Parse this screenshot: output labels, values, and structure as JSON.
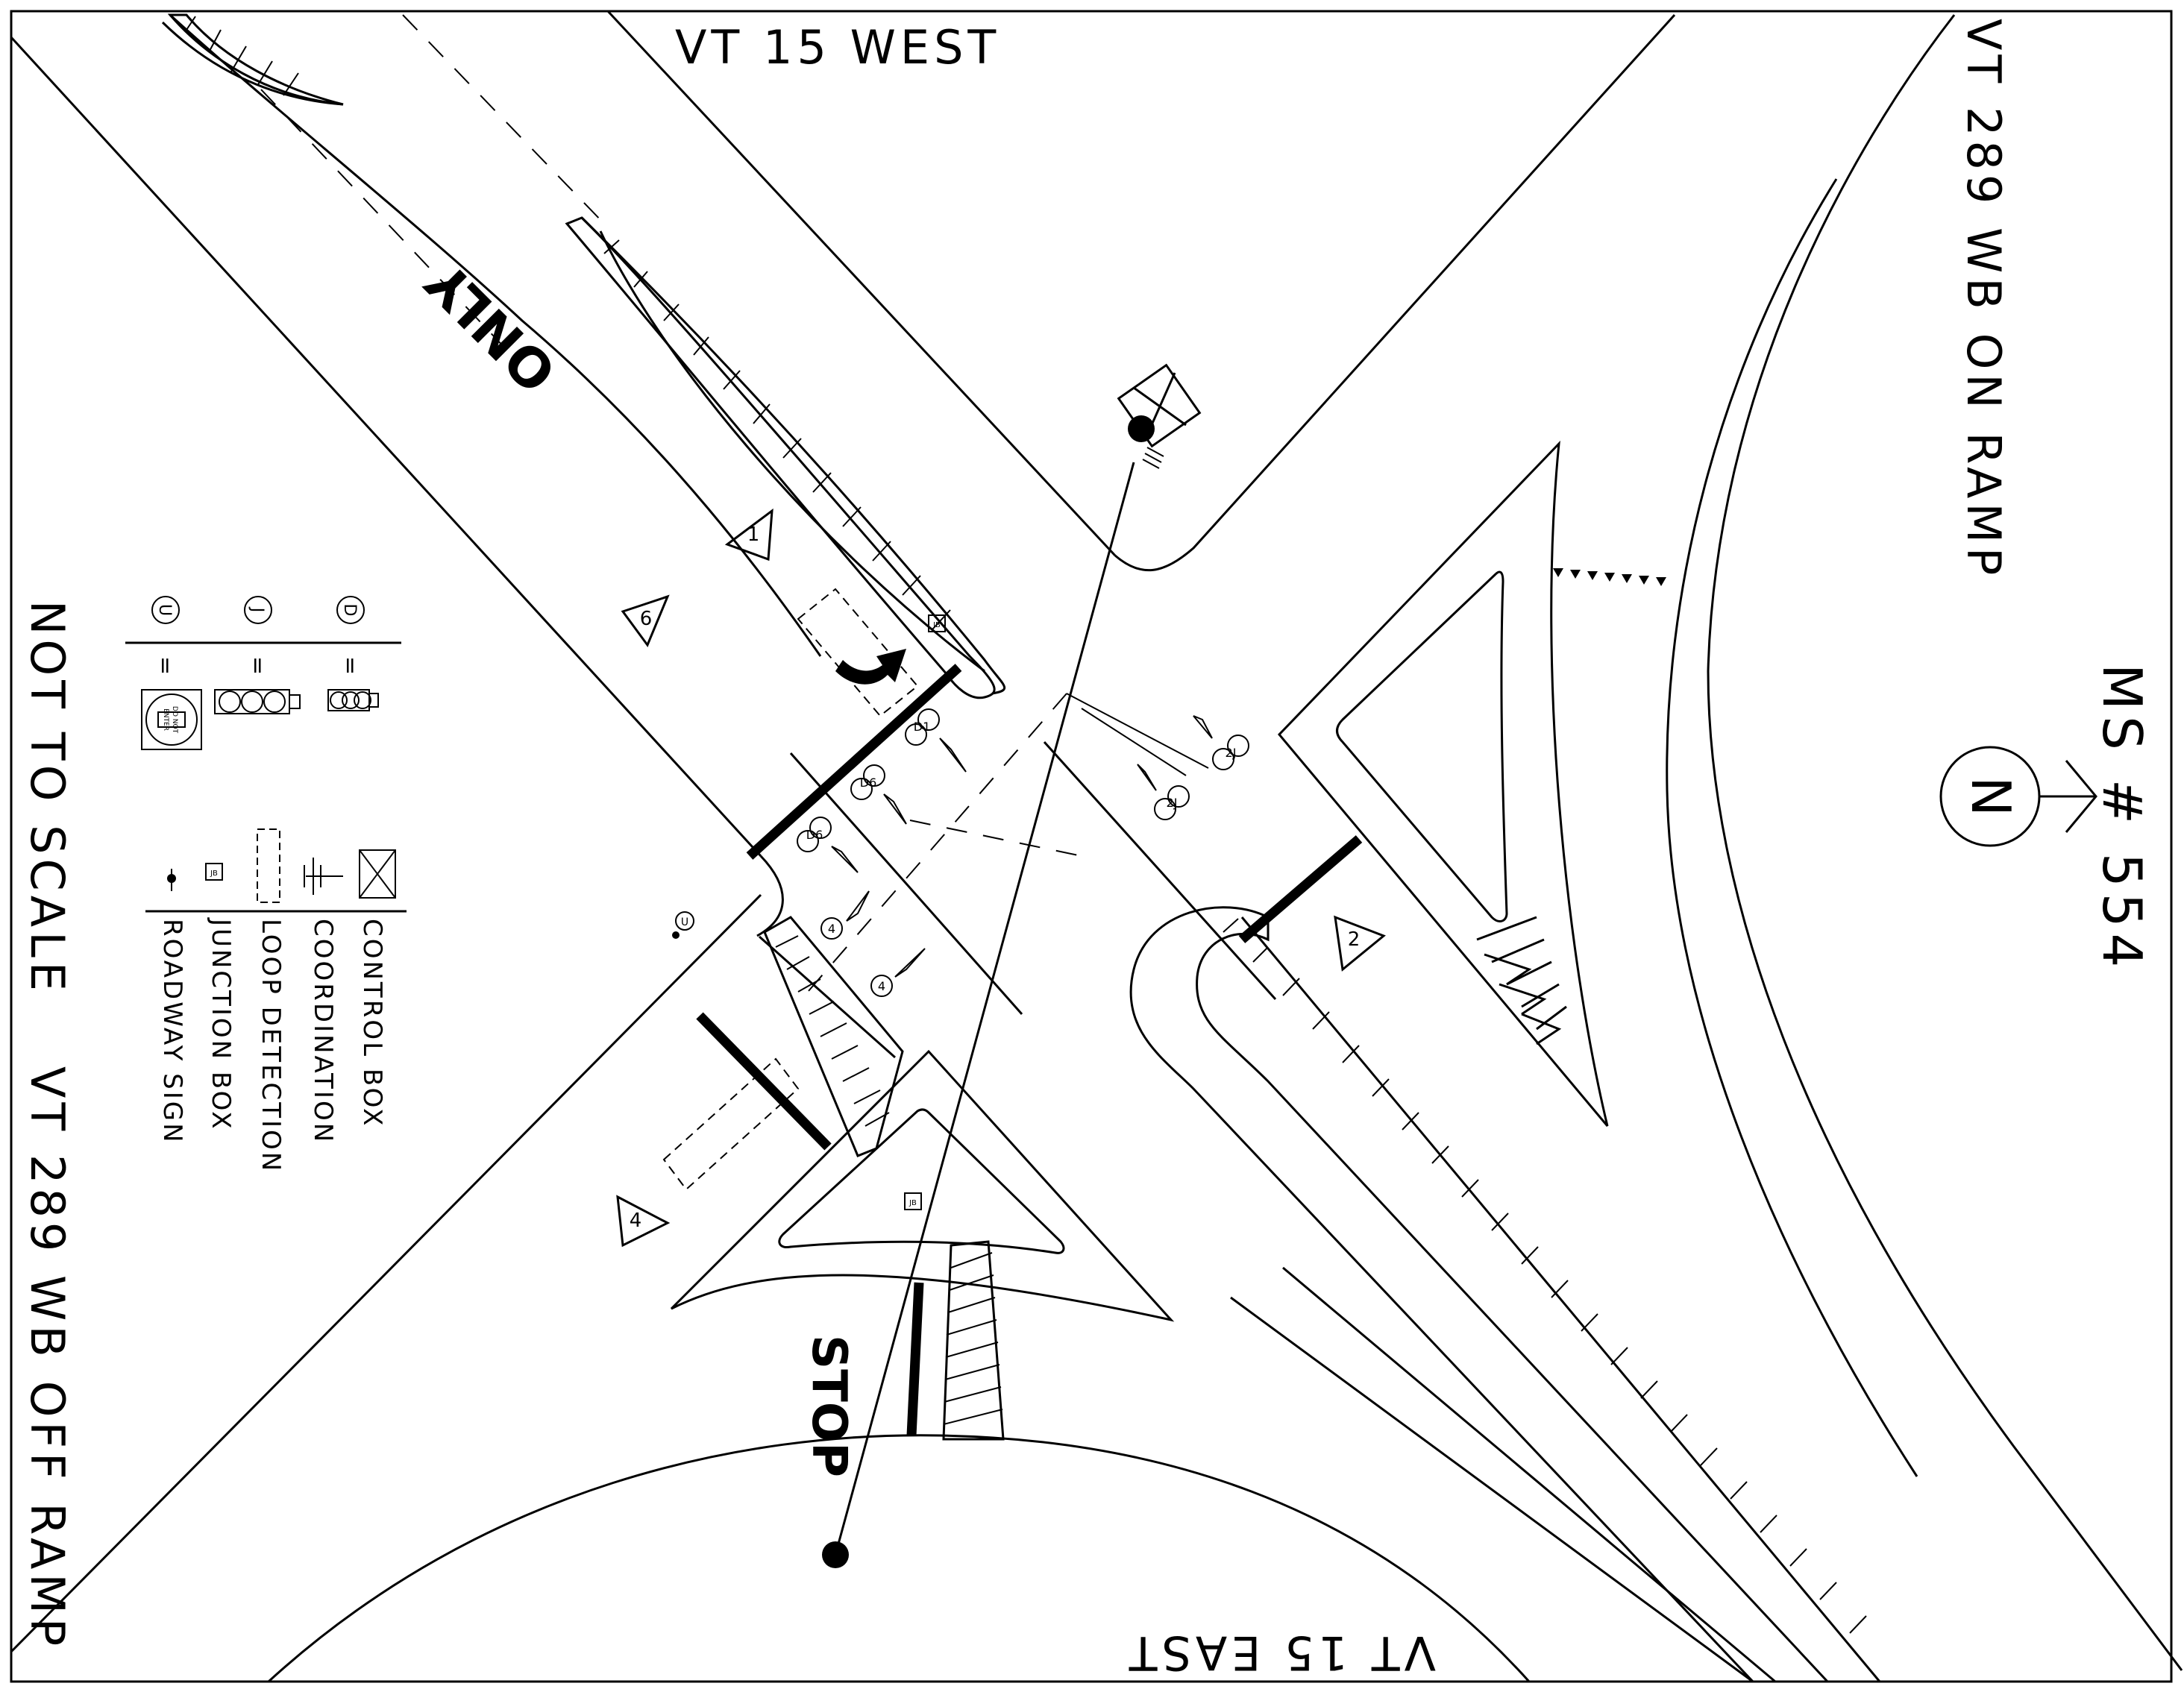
{
  "labels": {
    "north_road": "VT 15 WEST",
    "south_road": "VT 15 EAST",
    "east_ramp": "VT 289 WB ON RAMP",
    "west_ramp": "VT 289 WB OFF RAMP",
    "ms_number": "MS # 554",
    "scale_note": "NOT TO SCALE",
    "north_letter": "N",
    "only_marking": "ONLY",
    "stop_marking": "STOP"
  },
  "phases": {
    "p1": "1",
    "p2": "2",
    "p4": "4",
    "p6": "6"
  },
  "signal_labels": {
    "d1": "D1",
    "d6": "D6",
    "d6b": "D6",
    "d2": "2J",
    "d2b": "2J",
    "d4": "4",
    "d4b": "4",
    "u_sign": "U"
  },
  "legend": {
    "left": {
      "items": [
        {
          "key": "D",
          "equals": "="
        },
        {
          "key": "J",
          "equals": "="
        },
        {
          "key": "U",
          "equals": "="
        }
      ],
      "do_not_enter": [
        "DO NOT",
        "ENTER"
      ]
    },
    "right": {
      "items": [
        {
          "label": "CONTROL BOX"
        },
        {
          "label": "COORDINATION"
        },
        {
          "label": "LOOP DETECTION"
        },
        {
          "label": "JUNCTION BOX",
          "symbol_text": "JB"
        },
        {
          "label": "ROADWAY SIGN"
        }
      ]
    }
  },
  "jb_text": "JB"
}
